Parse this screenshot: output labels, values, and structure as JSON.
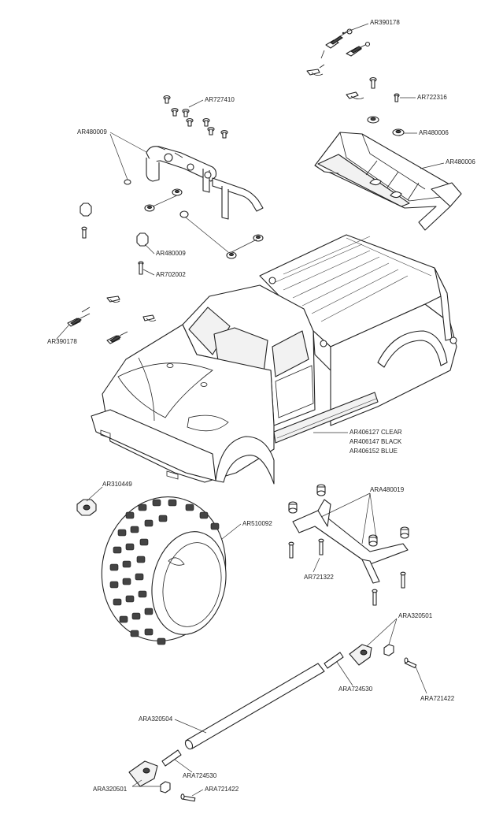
{
  "labels": {
    "ar390178_top": "AR390178",
    "ar727410": "AR727410",
    "ar722316": "AR722316",
    "ar480006_a": "AR480006",
    "ar480006_b": "AR480006",
    "ar480009_top": "AR480009",
    "ar480009_mid": "AR480009",
    "ar702002": "AR702002",
    "ar390178_left": "AR390178",
    "body_clear": "AR406127 CLEAR",
    "body_black": "AR406147 BLACK",
    "body_blue": "AR406152 BLUE",
    "ar310449": "AR310449",
    "ar510092": "AR510092",
    "ara480019": "ARA480019",
    "ar721322": "AR721322",
    "ara320501_top": "ARA320501",
    "ara724530_top": "ARA724530",
    "ara721422_top": "ARA721422",
    "ara320504": "ARA320504",
    "ara724530_bottom": "ARA724530",
    "ara320501_bottom": "ARA320501",
    "ara721422_bottom": "ARA721422"
  }
}
